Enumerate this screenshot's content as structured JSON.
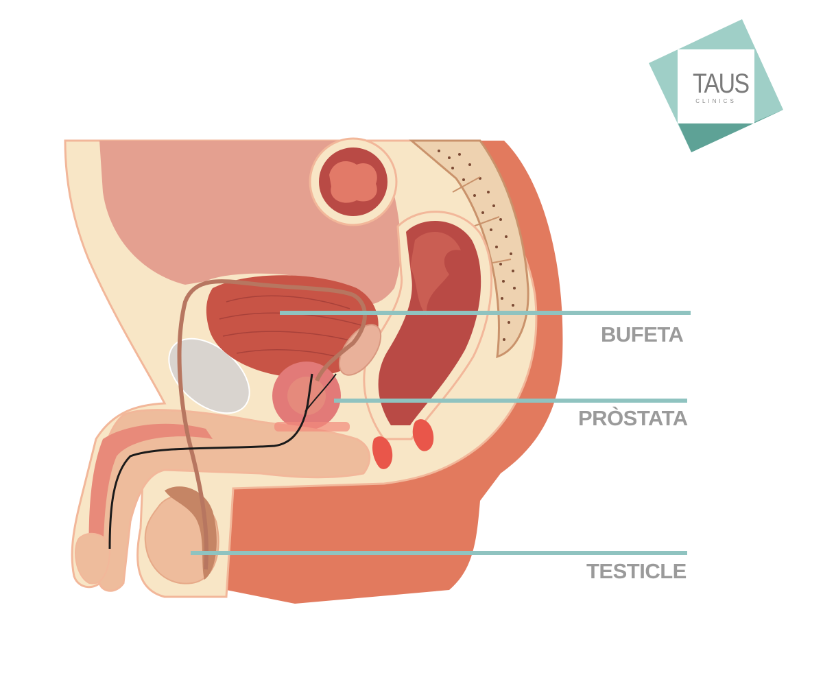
{
  "logo": {
    "name": "TAUS",
    "subtitle": "CLINICS"
  },
  "labels": {
    "bladder": "BUFETA",
    "prostate": "PRÒSTATA",
    "testicle": "TESTICLE"
  },
  "colors": {
    "leader_line": "#8fc3c0",
    "label_text": "#9a9a9a",
    "skin_outer": "#e27a5e",
    "tissue": "#f8e6c6",
    "bladder": "#c85446",
    "rectum": "#b94a45",
    "logo_teal_light": "#9fcfc7",
    "logo_teal_dark": "#5ea296"
  }
}
